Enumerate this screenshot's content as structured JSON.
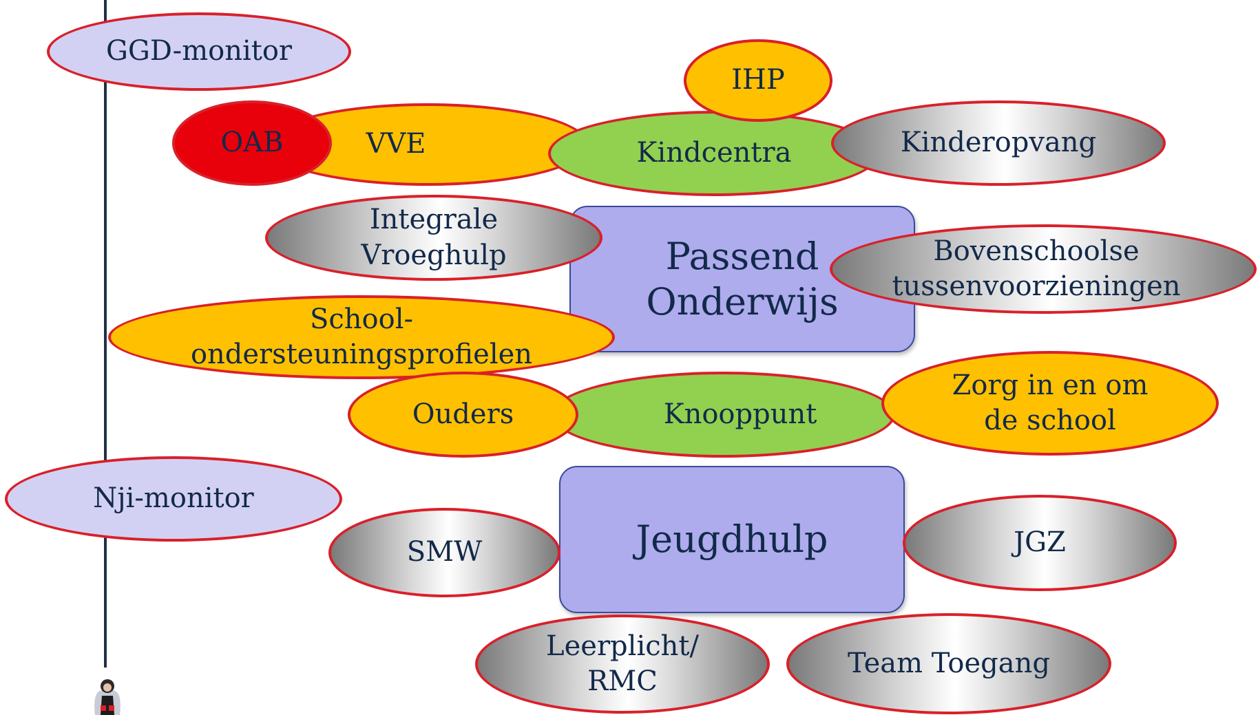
{
  "nodes": {
    "ggd_monitor": "GGD-monitor",
    "ihp": "IHP",
    "vve": "VVE",
    "oab": "OAB",
    "kindcentra": "Kindcentra",
    "kinderopvang": "Kinderopvang",
    "integrale_vroeghulp": "Integrale\nVroeghulp",
    "passend_onderwijs": "Passend\nOnderwijs",
    "bovenschoolse": "Bovenschoolse\ntussenvoorzieningen",
    "schoolondersteuningsprofielen": "School-\nondersteuningsprofielen",
    "ouders": "Ouders",
    "knooppunt": "Knooppunt",
    "zorg_in_en_om": "Zorg in en om\nde school",
    "nji_monitor": "Nji-monitor",
    "smw": "SMW",
    "jeugdhulp": "Jeugdhulp",
    "jgz": "JGZ",
    "leerplicht": "Leerplicht/\nRMC",
    "team_toegang": "Team Toegang"
  },
  "colors": {
    "border_red": "#d9202a",
    "lavender": "#d3d1f3",
    "orange": "#ffc000",
    "green": "#92d050",
    "red": "#e8000a",
    "box_purple": "#aeaced",
    "text_navy": "#12294a"
  }
}
